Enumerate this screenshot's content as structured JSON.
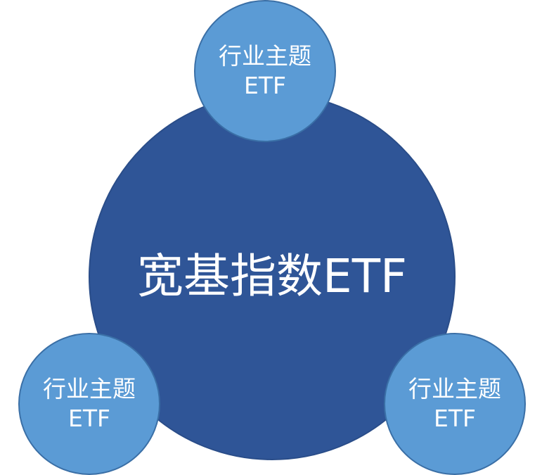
{
  "diagram": {
    "center": {
      "label": "宽基指数ETF",
      "color": "#2f5597"
    },
    "satellites": [
      {
        "line1": "行业主题",
        "line2": "ETF",
        "color": "#5b9bd5"
      },
      {
        "line1": "行业主题",
        "line2": "ETF",
        "color": "#5b9bd5"
      },
      {
        "line1": "行业主题",
        "line2": "ETF",
        "color": "#5b9bd5"
      }
    ]
  }
}
